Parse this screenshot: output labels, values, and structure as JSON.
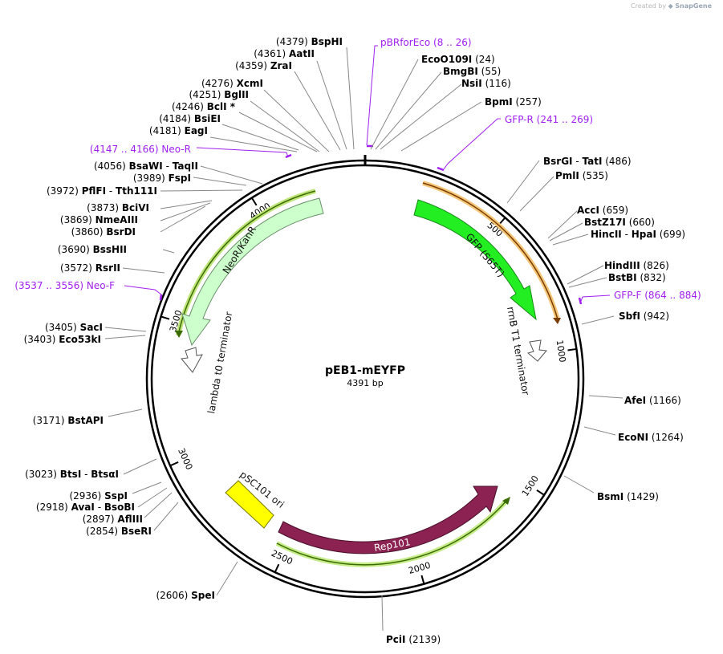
{
  "credit": {
    "prefix": "Created by",
    "brand": "SnapGene"
  },
  "plasmid": {
    "name": "pEB1-mEYFP",
    "length_label": "4391 bp",
    "length": 4391
  },
  "colors": {
    "primer": "#a020f0",
    "backbone": "#000000"
  },
  "ticks": [
    "500",
    "1000",
    "1500",
    "2000",
    "2500",
    "3000",
    "3500",
    "4000"
  ],
  "enzymes": [
    {
      "name": "BspHI",
      "pos": "(4379)"
    },
    {
      "name": "AatII",
      "pos": "(4361)"
    },
    {
      "name": "ZraI",
      "pos": "(4359)"
    },
    {
      "name": "XcmI",
      "pos": "(4276)"
    },
    {
      "name": "BglII",
      "pos": "(4251)"
    },
    {
      "name": "BclI *",
      "pos": "(4246)"
    },
    {
      "name": "BsiEI",
      "pos": "(4184)"
    },
    {
      "name": "EagI",
      "pos": "(4181)"
    },
    {
      "name": "BsaWI",
      "name2": "TaqII",
      "pos": "(4056)"
    },
    {
      "name": "FspI",
      "pos": "(3989)"
    },
    {
      "name": "PflFI",
      "name2": "Tth111I",
      "pos": "(3972)"
    },
    {
      "name": "BciVI",
      "pos": "(3873)"
    },
    {
      "name": "NmeAIII",
      "pos": "(3869)"
    },
    {
      "name": "BsrDI",
      "pos": "(3860)"
    },
    {
      "name": "BssHII",
      "pos": "(3690)"
    },
    {
      "name": "RsrII",
      "pos": "(3572)"
    },
    {
      "name": "SacI",
      "pos": "(3405)"
    },
    {
      "name": "Eco53kI",
      "pos": "(3403)"
    },
    {
      "name": "BstAPI",
      "pos": "(3171)"
    },
    {
      "name": "BtsI",
      "name2": "BtsαI",
      "pos": "(3023)"
    },
    {
      "name": "SspI",
      "pos": "(2936)"
    },
    {
      "name": "AvaI",
      "name2": "BsoBI",
      "pos": "(2918)"
    },
    {
      "name": "AflIII",
      "pos": "(2897)"
    },
    {
      "name": "BseRI",
      "pos": "(2854)"
    },
    {
      "name": "SpeI",
      "pos": "(2606)"
    },
    {
      "name": "PciI",
      "pos": "(2139)"
    },
    {
      "name": "EcoO109I",
      "pos": "(24)"
    },
    {
      "name": "BmgBI",
      "pos": "(55)"
    },
    {
      "name": "NsiI",
      "pos": "(116)"
    },
    {
      "name": "BpmI",
      "pos": "(257)"
    },
    {
      "name": "BsrGI",
      "name2": "TatI",
      "pos": "(486)"
    },
    {
      "name": "PmlI",
      "pos": "(535)"
    },
    {
      "name": "AccI",
      "pos": "(659)"
    },
    {
      "name": "BstZ17I",
      "pos": "(660)"
    },
    {
      "name": "HincII",
      "name2": "HpaI",
      "pos": "(699)"
    },
    {
      "name": "HindIII",
      "pos": "(826)"
    },
    {
      "name": "BstBI",
      "pos": "(832)"
    },
    {
      "name": "SbfI",
      "pos": "(942)"
    },
    {
      "name": "AfeI",
      "pos": "(1166)"
    },
    {
      "name": "EcoNI",
      "pos": "(1264)"
    },
    {
      "name": "BsmI",
      "pos": "(1429)"
    }
  ],
  "primers": [
    {
      "name": "pBRforEco",
      "range": "(8 .. 26)"
    },
    {
      "name": "GFP-R",
      "range": "(241 .. 269)"
    },
    {
      "name": "Neo-R",
      "range": "(4147 .. 4166)"
    },
    {
      "name": "Neo-F",
      "range": "(3537 .. 3556)"
    },
    {
      "name": "GFP-F",
      "range": "(864 .. 884)"
    }
  ],
  "features": [
    {
      "name": "GFP (S65T)",
      "color": "#22ee22"
    },
    {
      "name": "NeoR/KanR",
      "color": "#ccffcc"
    },
    {
      "name": "Rep101",
      "color": "#8b2252"
    },
    {
      "name": "pSC101 ori",
      "color": "#ffff00"
    },
    {
      "name": "rrnB T1 terminator",
      "color": "#ffffff"
    },
    {
      "name": "lambda t0 terminator",
      "color": "#ffffff"
    }
  ]
}
